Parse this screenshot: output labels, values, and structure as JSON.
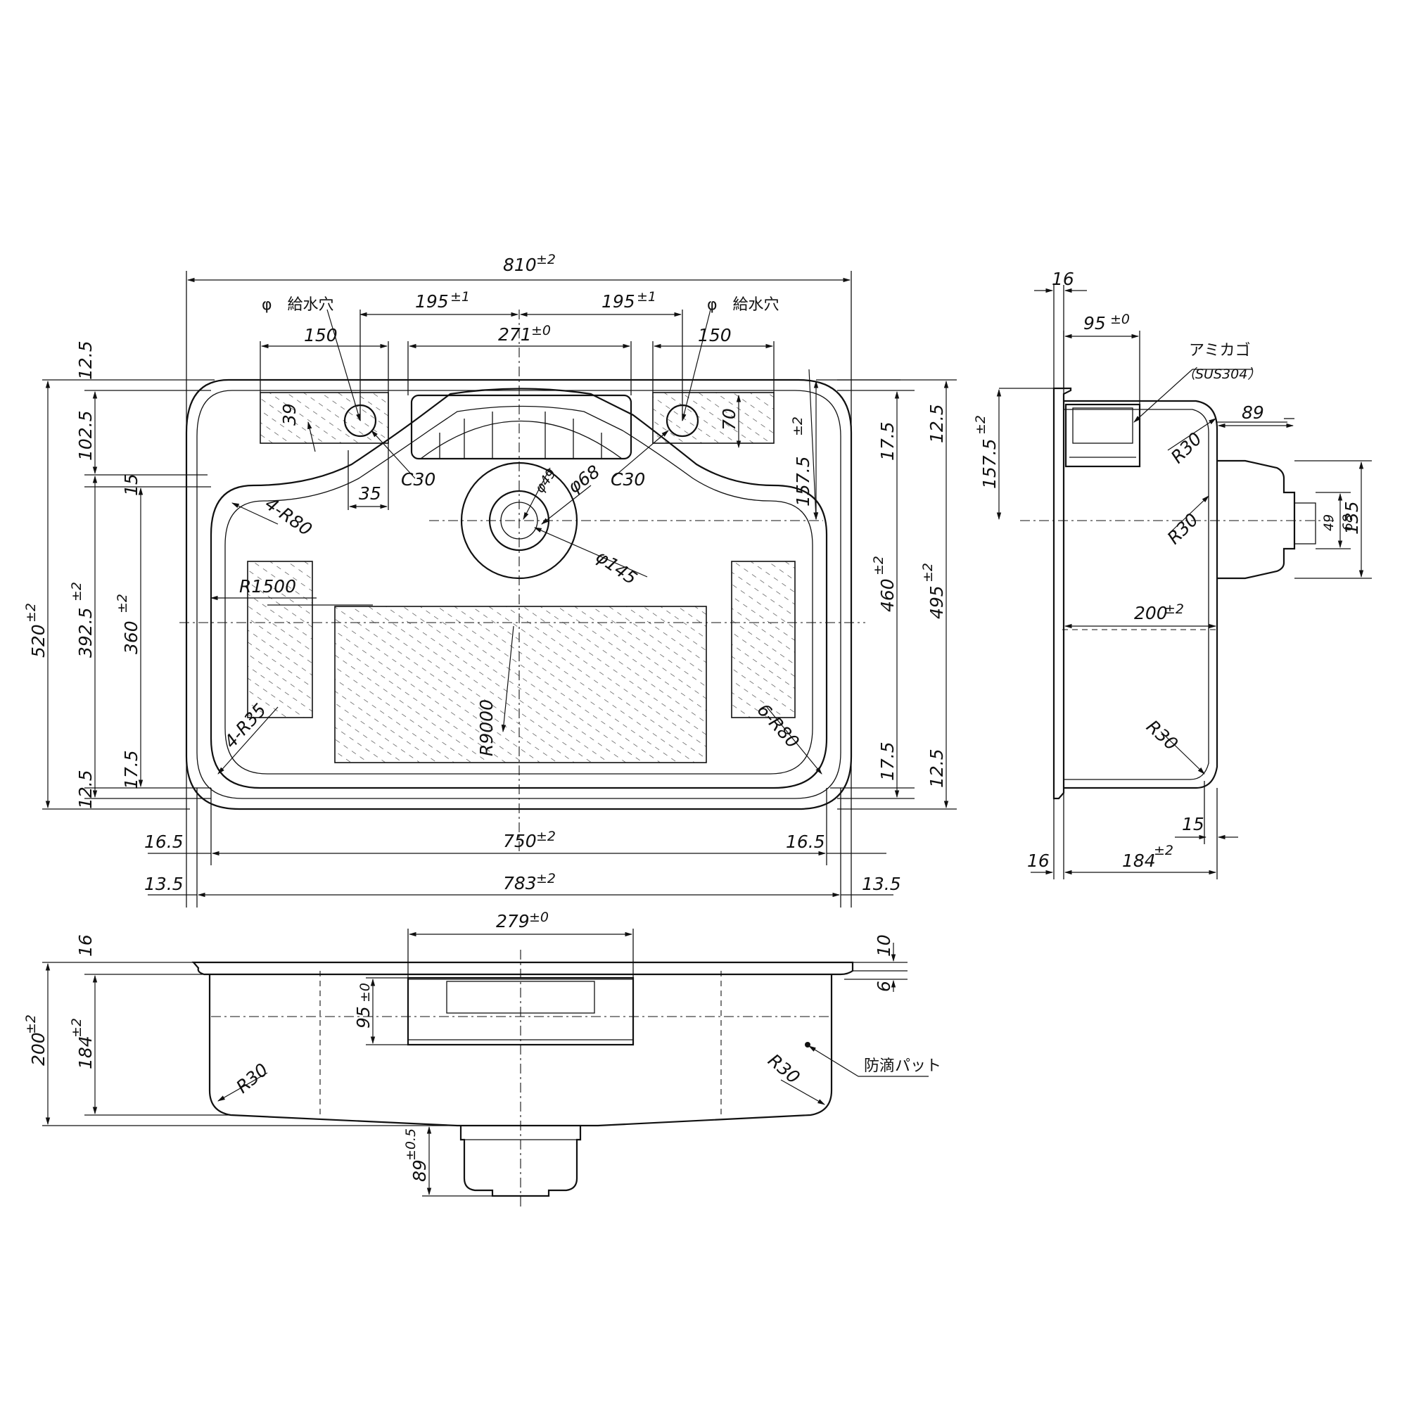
{
  "drawing": {
    "top_view": {
      "overall_width": "810",
      "overall_width_tol": "±2",
      "faucet_spacing_left": "195",
      "faucet_spacing_right": "195",
      "faucet_spacing_tol": "±1",
      "faucet_hole_label_left": "φ　給水穴",
      "faucet_hole_label_right": "φ　給水穴",
      "pad_width_left": "150",
      "pad_width_right": "150",
      "basket_width": "271",
      "basket_width_tol": "±0",
      "pad_height_left": "39",
      "pad_height_right": "70",
      "chamfer_left": "C30",
      "chamfer_right": "C30",
      "offset_35": "35",
      "drain_inner": "φ49",
      "drain_mid": "φ68",
      "drain_outer": "φ145",
      "corner_r80_top": "4-R80",
      "corner_r35": "4-R35",
      "corner_r80_bottom": "6-R80",
      "bottom_radius": "R1500",
      "slope_radius": "R9000",
      "height_overall": "520",
      "height_overall_tol": "±2",
      "height_bowl": "392.5",
      "height_bowl_tol": "±2",
      "height_inner": "360",
      "height_inner_tol": "±2",
      "dim_12_5_top_left": "12.5",
      "dim_102_5": "102.5",
      "dim_15": "15",
      "dim_17_5_bottom_left": "17.5",
      "dim_12_5_bottom_left": "12.5",
      "dim_157_5": "157.5",
      "dim_157_5_tol": "±2",
      "dim_17_5_top_right": "17.5",
      "dim_12_5_top_right": "12.5",
      "dim_460": "460",
      "dim_460_tol": "±2",
      "dim_495": "495",
      "dim_495_tol": "±2",
      "dim_17_5_bottom_right": "17.5",
      "dim_12_5_bottom_right": "12.5",
      "dim_16_5_left": "16.5",
      "dim_16_5_right": "16.5",
      "bowl_width": "750",
      "bowl_width_tol": "±2",
      "dim_13_5_left": "13.5",
      "dim_13_5_right": "13.5",
      "rim_width": "783",
      "rim_width_tol": "±2"
    },
    "front_view": {
      "basket_width": "279",
      "basket_width_tol": "±0",
      "flange_16": "16",
      "rim_10": "10",
      "rim_6": "6",
      "basket_depth": "95",
      "basket_depth_tol": "±0",
      "depth_overall": "200",
      "depth_overall_tol": "±2",
      "depth_bowl": "184",
      "depth_bowl_tol": "±2",
      "radius_left": "R30",
      "radius_right": "R30",
      "pad_label": "防滴パット",
      "drain_depth": "89",
      "drain_depth_tol": "±0.5"
    },
    "side_view": {
      "flange_top": "16",
      "basket_depth": "95",
      "basket_depth_tol": "±0",
      "mesh_basket_label": "アミカゴ",
      "mesh_basket_material": "（SUS304）",
      "drain_offset": "89",
      "radius_1": "R30",
      "radius_2": "R30",
      "radius_3": "R30",
      "dim_157_5": "157.5",
      "dim_157_5_tol": "±2",
      "drain_49": "49",
      "drain_68": "68",
      "drain_135": "135",
      "depth_200": "200",
      "depth_200_tol": "±2",
      "dim_15": "15",
      "flange_bottom": "16",
      "depth_184": "184",
      "depth_184_tol": "±2"
    }
  }
}
